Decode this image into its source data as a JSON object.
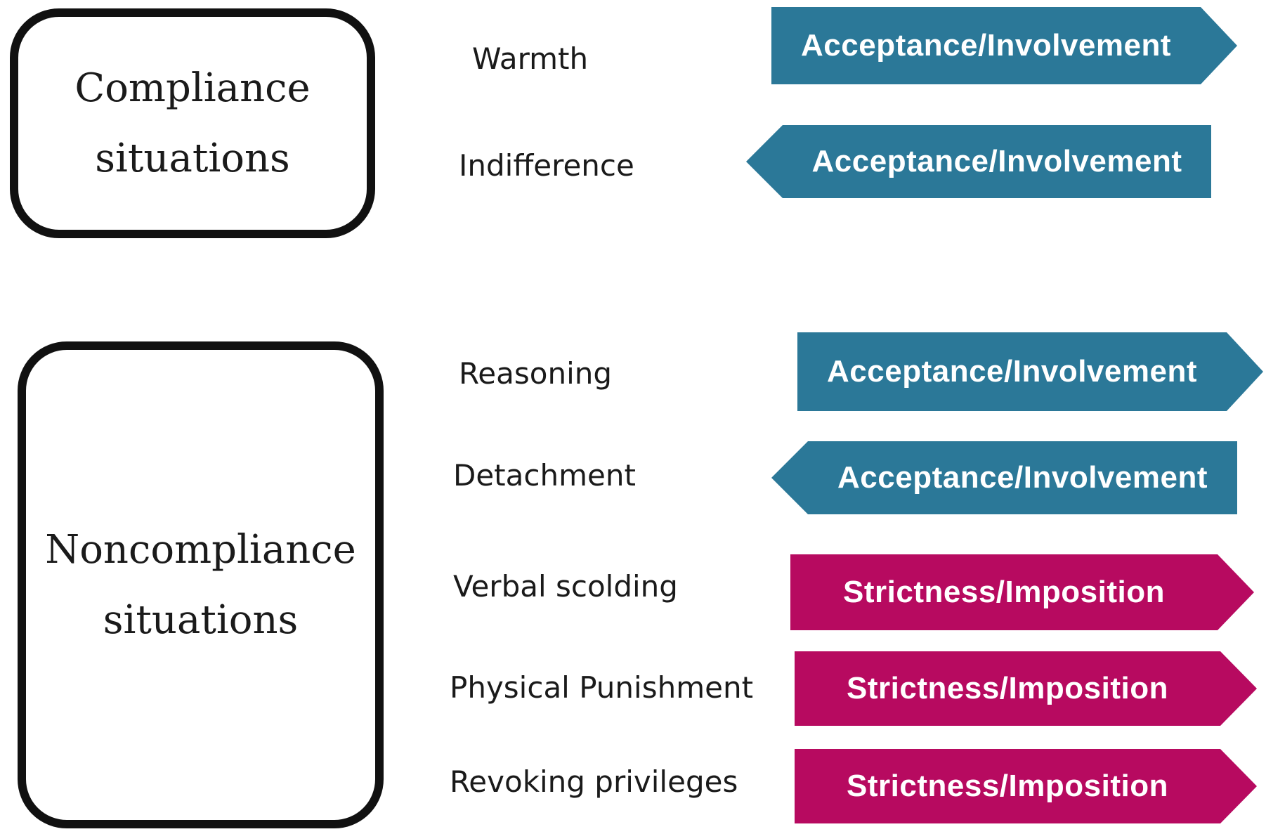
{
  "colors": {
    "acceptance": "#2b7898",
    "strictness": "#b70a60",
    "box_border": "#111111"
  },
  "groups": [
    {
      "title": "Compliance\nsituations",
      "rows": [
        {
          "label": "Warmth",
          "arrow_text": "Acceptance/Involvement",
          "direction": "right",
          "dimension": "acceptance"
        },
        {
          "label": "Indifference",
          "arrow_text": "Acceptance/Involvement",
          "direction": "left",
          "dimension": "acceptance"
        }
      ]
    },
    {
      "title": "Noncompliance\nsituations",
      "rows": [
        {
          "label": "Reasoning",
          "arrow_text": "Acceptance/Involvement",
          "direction": "right",
          "dimension": "acceptance"
        },
        {
          "label": "Detachment",
          "arrow_text": "Acceptance/Involvement",
          "direction": "left",
          "dimension": "acceptance"
        },
        {
          "label": "Verbal scolding",
          "arrow_text": "Strictness/Imposition",
          "direction": "right",
          "dimension": "strictness"
        },
        {
          "label": "Physical Punishment",
          "arrow_text": "Strictness/Imposition",
          "direction": "right",
          "dimension": "strictness"
        },
        {
          "label": "Revoking privileges",
          "arrow_text": "Strictness/Imposition",
          "direction": "right",
          "dimension": "strictness"
        }
      ]
    }
  ]
}
